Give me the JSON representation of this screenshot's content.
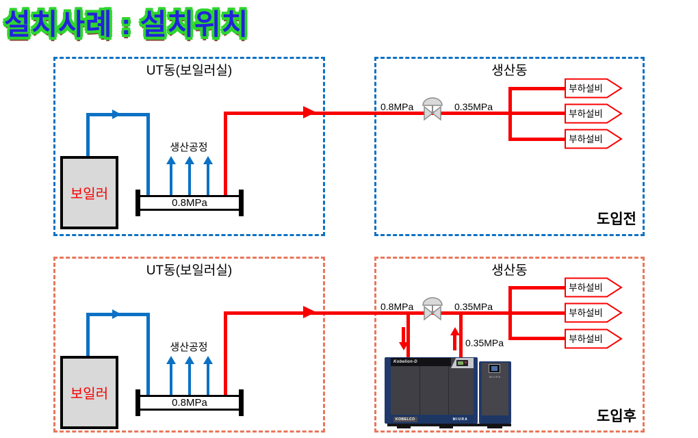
{
  "title": "설치사례 : 설치위치",
  "colors": {
    "pipe_red": "#F80000",
    "pipe_blue": "#0C71C4",
    "before_border_blue": "#0C71C4",
    "after_border_coral": "#E8765A",
    "boiler_fill": "#D9D9D9",
    "title_fill": "#2222DB",
    "title_outline": "#2FD52F",
    "load_box_border": "#F80000"
  },
  "before": {
    "ut_box": {
      "label": "UT동(보일러실)",
      "boiler_label": "보일러",
      "process_label": "생산공정",
      "header_pressure": "0.8MPa"
    },
    "prod_box": {
      "label": "생산동",
      "inlet_pressure": "0.8MPa",
      "reduced_pressure": "0.35MPa",
      "loads": [
        "부하설비",
        "부하설비",
        "부하설비"
      ],
      "caption": "도입전"
    }
  },
  "after": {
    "ut_box": {
      "label": "UT동(보일러실)",
      "boiler_label": "보일러",
      "process_label": "생산공정",
      "header_pressure": "0.8MPa"
    },
    "prod_box": {
      "label": "생산동",
      "inlet_pressure": "0.8MPa",
      "reduced_pressure": "0.35MPa",
      "compressor_discharge_pressure": "0.35MPa",
      "loads": [
        "부하설비",
        "부하설비",
        "부하설비"
      ],
      "caption": "도입후",
      "compressor": {
        "model_label": "Kobelion-D",
        "brand_left": "KOBELCO",
        "brand_right": "MIURA"
      }
    }
  }
}
